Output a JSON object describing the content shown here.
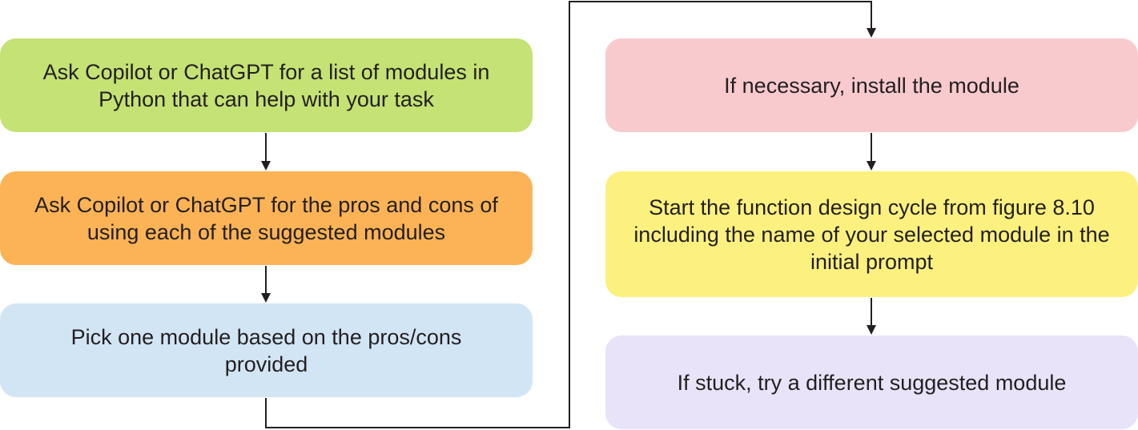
{
  "steps": [
    {
      "id": "ask-modules",
      "text": "Ask Copilot or ChatGPT for a list of modules in Python that can help with your task",
      "color": "#c5e274"
    },
    {
      "id": "ask-pros-cons",
      "text": "Ask Copilot or ChatGPT for the pros and cons of using each of the suggested modules",
      "color": "#fcb356"
    },
    {
      "id": "pick-module",
      "text": "Pick one module based on the pros/cons provided",
      "color": "#d2e5f5"
    },
    {
      "id": "install-module",
      "text": "If necessary, install the module",
      "color": "#f8cace"
    },
    {
      "id": "start-cycle",
      "text": "Start the function design cycle from figure 8.10 including the name of your selected module in the initial prompt",
      "color": "#fcf17f"
    },
    {
      "id": "try-different",
      "text": "If stuck, try a different suggested module",
      "color": "#e8e3f9"
    }
  ],
  "connector_color": "#231f20"
}
